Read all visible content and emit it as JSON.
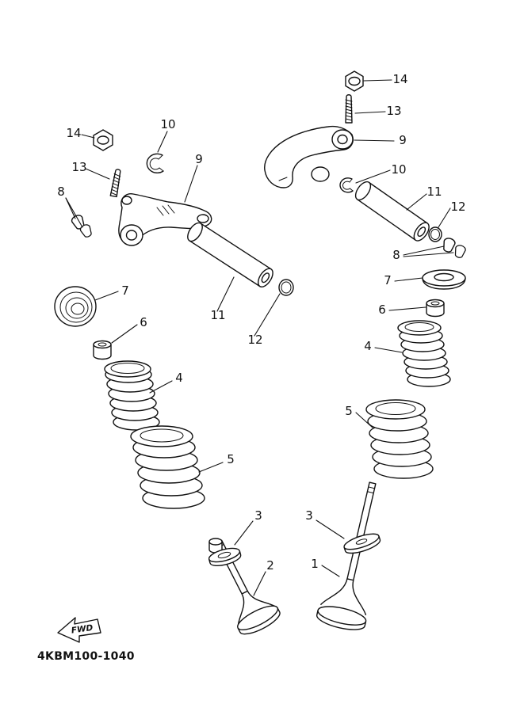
{
  "colors": {
    "background": "#ffffff",
    "line_art": "#111111"
  },
  "footer": {
    "part_code": "4KBM100-1040"
  },
  "orientation": {
    "fwd_label": "FWD"
  },
  "callouts": {
    "left": {
      "n14": "14",
      "n13": "13",
      "n10": "10",
      "n9": "9",
      "n8": "8",
      "n7": "7",
      "n6": "6",
      "n4": "4",
      "n5": "5",
      "n11": "11",
      "n12": "12",
      "n3": "3",
      "n2": "2"
    },
    "right": {
      "n14": "14",
      "n13": "13",
      "n9": "9",
      "n10": "10",
      "n11": "11",
      "n12": "12",
      "n8": "8",
      "n7": "7",
      "n6": "6",
      "n4": "4",
      "n5": "5",
      "n3": "3",
      "n1": "1"
    }
  }
}
